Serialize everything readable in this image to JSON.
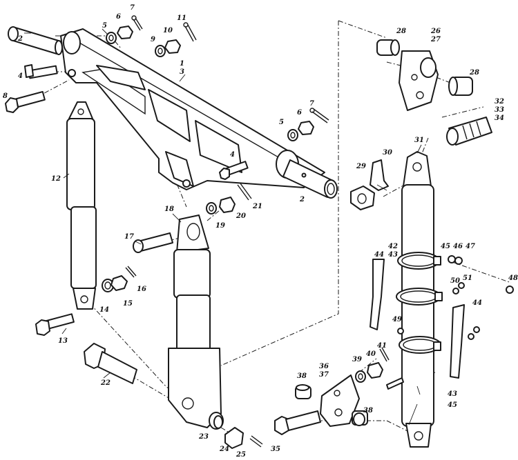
{
  "figure": {
    "callouts": [
      {
        "id": "c-2a",
        "text": "2"
      },
      {
        "id": "c-2b",
        "text": "2"
      },
      {
        "id": "c-1",
        "text": "1"
      },
      {
        "id": "c-3",
        "text": "3"
      },
      {
        "id": "c-4a",
        "text": "4"
      },
      {
        "id": "c-4b",
        "text": "4"
      },
      {
        "id": "c-5a",
        "text": "5"
      },
      {
        "id": "c-5b",
        "text": "5"
      },
      {
        "id": "c-6a",
        "text": "6"
      },
      {
        "id": "c-6b",
        "text": "6"
      },
      {
        "id": "c-7a",
        "text": "7"
      },
      {
        "id": "c-7b",
        "text": "7"
      },
      {
        "id": "c-8",
        "text": "8"
      },
      {
        "id": "c-9",
        "text": "9"
      },
      {
        "id": "c-10",
        "text": "10"
      },
      {
        "id": "c-11",
        "text": "11"
      },
      {
        "id": "c-12",
        "text": "12"
      },
      {
        "id": "c-13",
        "text": "13"
      },
      {
        "id": "c-14",
        "text": "14"
      },
      {
        "id": "c-15",
        "text": "15"
      },
      {
        "id": "c-16",
        "text": "16"
      },
      {
        "id": "c-17",
        "text": "17"
      },
      {
        "id": "c-18",
        "text": "18"
      },
      {
        "id": "c-19",
        "text": "19"
      },
      {
        "id": "c-20",
        "text": "20"
      },
      {
        "id": "c-21",
        "text": "21"
      },
      {
        "id": "c-22",
        "text": "22"
      },
      {
        "id": "c-23",
        "text": "23"
      },
      {
        "id": "c-24",
        "text": "24"
      },
      {
        "id": "c-25",
        "text": "25"
      },
      {
        "id": "c-26",
        "text": "26"
      },
      {
        "id": "c-27",
        "text": "27"
      },
      {
        "id": "c-28a",
        "text": "28"
      },
      {
        "id": "c-28b",
        "text": "28"
      },
      {
        "id": "c-29",
        "text": "29"
      },
      {
        "id": "c-30",
        "text": "30"
      },
      {
        "id": "c-31",
        "text": "31"
      },
      {
        "id": "c-32",
        "text": "32"
      },
      {
        "id": "c-33",
        "text": "33"
      },
      {
        "id": "c-34",
        "text": "34"
      },
      {
        "id": "c-35",
        "text": "35"
      },
      {
        "id": "c-36",
        "text": "36"
      },
      {
        "id": "c-37",
        "text": "37"
      },
      {
        "id": "c-38a",
        "text": "38"
      },
      {
        "id": "c-38b",
        "text": "38"
      },
      {
        "id": "c-39",
        "text": "39"
      },
      {
        "id": "c-40",
        "text": "40"
      },
      {
        "id": "c-41",
        "text": "41"
      },
      {
        "id": "c-42",
        "text": "42"
      },
      {
        "id": "c-43a",
        "text": "43"
      },
      {
        "id": "c-43b",
        "text": "43"
      },
      {
        "id": "c-44a",
        "text": "44"
      },
      {
        "id": "c-44b",
        "text": "44"
      },
      {
        "id": "c-45a",
        "text": "45"
      },
      {
        "id": "c-45b",
        "text": "45"
      },
      {
        "id": "c-46",
        "text": "46"
      },
      {
        "id": "c-47",
        "text": "47"
      },
      {
        "id": "c-48",
        "text": "48"
      },
      {
        "id": "c-49",
        "text": "49"
      },
      {
        "id": "c-50",
        "text": "50"
      },
      {
        "id": "c-51",
        "text": "51"
      }
    ]
  }
}
